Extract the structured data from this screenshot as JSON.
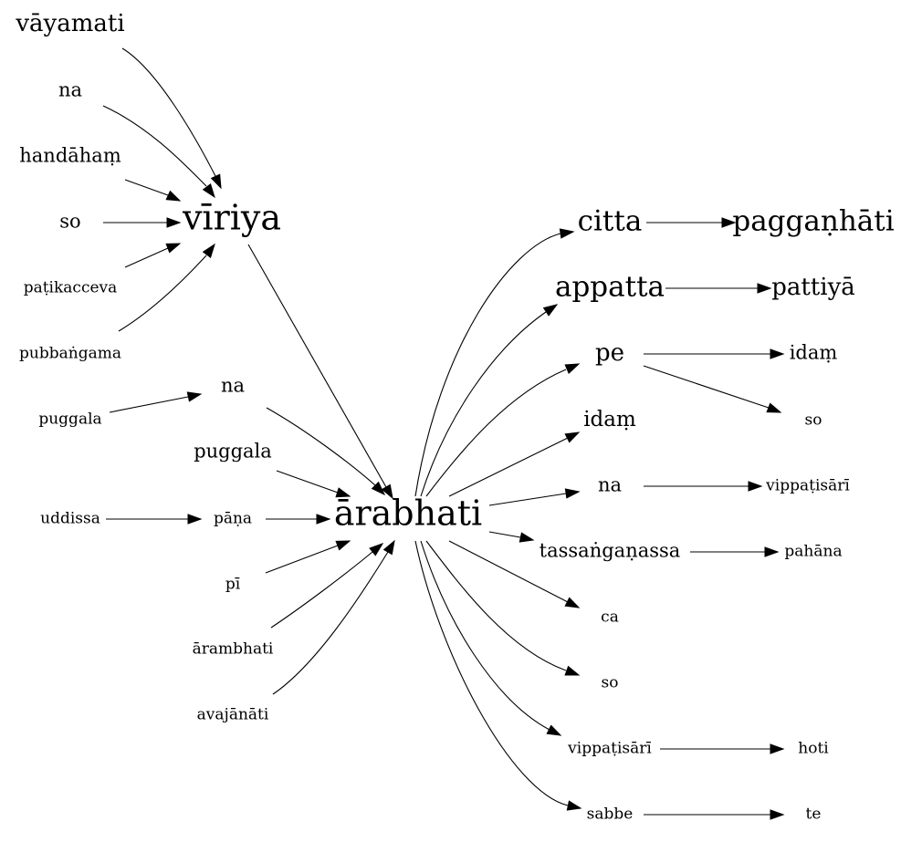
{
  "graph": {
    "nodes": [
      {
        "id": "vayamati",
        "label": "vāyamati"
      },
      {
        "id": "na1",
        "label": "na"
      },
      {
        "id": "handaham",
        "label": "handāhaṃ"
      },
      {
        "id": "so1",
        "label": "so"
      },
      {
        "id": "patikacceva",
        "label": "paṭikacceva"
      },
      {
        "id": "pubbangama",
        "label": "pubbaṅgama"
      },
      {
        "id": "viriya",
        "label": "vīriya"
      },
      {
        "id": "puggala1",
        "label": "puggala"
      },
      {
        "id": "na2",
        "label": "na"
      },
      {
        "id": "puggala2",
        "label": "puggala"
      },
      {
        "id": "uddissa",
        "label": "uddissa"
      },
      {
        "id": "pana",
        "label": "pāṇa"
      },
      {
        "id": "pi",
        "label": "pī"
      },
      {
        "id": "arambhati",
        "label": "ārambhati"
      },
      {
        "id": "avajanati",
        "label": "avajānāti"
      },
      {
        "id": "arabhati",
        "label": "ārabhati"
      },
      {
        "id": "citta",
        "label": "citta"
      },
      {
        "id": "paggan",
        "label": "paggaṇhāti"
      },
      {
        "id": "appatta",
        "label": "appatta"
      },
      {
        "id": "pattiya",
        "label": "pattiyā"
      },
      {
        "id": "pe",
        "label": "pe"
      },
      {
        "id": "idam1",
        "label": "idaṃ"
      },
      {
        "id": "so2",
        "label": "so"
      },
      {
        "id": "idam2",
        "label": "idaṃ"
      },
      {
        "id": "na3",
        "label": "na"
      },
      {
        "id": "vippa1",
        "label": "vippaṭisārī"
      },
      {
        "id": "tassa",
        "label": "tassaṅgaṇassa"
      },
      {
        "id": "pahana",
        "label": "pahāna"
      },
      {
        "id": "ca",
        "label": "ca"
      },
      {
        "id": "so3",
        "label": "so"
      },
      {
        "id": "vippa2",
        "label": "vippaṭisārī"
      },
      {
        "id": "hoti",
        "label": "hoti"
      },
      {
        "id": "sabbe",
        "label": "sabbe"
      },
      {
        "id": "te",
        "label": "te"
      }
    ],
    "edges": [
      {
        "from": "vayamati",
        "to": "viriya"
      },
      {
        "from": "na1",
        "to": "viriya"
      },
      {
        "from": "handaham",
        "to": "viriya"
      },
      {
        "from": "so1",
        "to": "viriya"
      },
      {
        "from": "patikacceva",
        "to": "viriya"
      },
      {
        "from": "pubbangama",
        "to": "viriya"
      },
      {
        "from": "viriya",
        "to": "arabhati"
      },
      {
        "from": "puggala1",
        "to": "na2"
      },
      {
        "from": "na2",
        "to": "arabhati"
      },
      {
        "from": "puggala2",
        "to": "arabhati"
      },
      {
        "from": "uddissa",
        "to": "pana"
      },
      {
        "from": "pana",
        "to": "arabhati"
      },
      {
        "from": "pi",
        "to": "arabhati"
      },
      {
        "from": "arambhati",
        "to": "arabhati"
      },
      {
        "from": "avajanati",
        "to": "arabhati"
      },
      {
        "from": "arabhati",
        "to": "citta"
      },
      {
        "from": "arabhati",
        "to": "appatta"
      },
      {
        "from": "arabhati",
        "to": "pe"
      },
      {
        "from": "arabhati",
        "to": "idam2"
      },
      {
        "from": "arabhati",
        "to": "na3"
      },
      {
        "from": "arabhati",
        "to": "tassa"
      },
      {
        "from": "arabhati",
        "to": "ca"
      },
      {
        "from": "arabhati",
        "to": "so3"
      },
      {
        "from": "arabhati",
        "to": "vippa2"
      },
      {
        "from": "arabhati",
        "to": "sabbe"
      },
      {
        "from": "citta",
        "to": "paggan"
      },
      {
        "from": "appatta",
        "to": "pattiya"
      },
      {
        "from": "pe",
        "to": "idam1"
      },
      {
        "from": "pe",
        "to": "so2"
      },
      {
        "from": "na3",
        "to": "vippa1"
      },
      {
        "from": "tassa",
        "to": "pahana"
      },
      {
        "from": "vippa2",
        "to": "hoti"
      },
      {
        "from": "sabbe",
        "to": "te"
      }
    ]
  }
}
